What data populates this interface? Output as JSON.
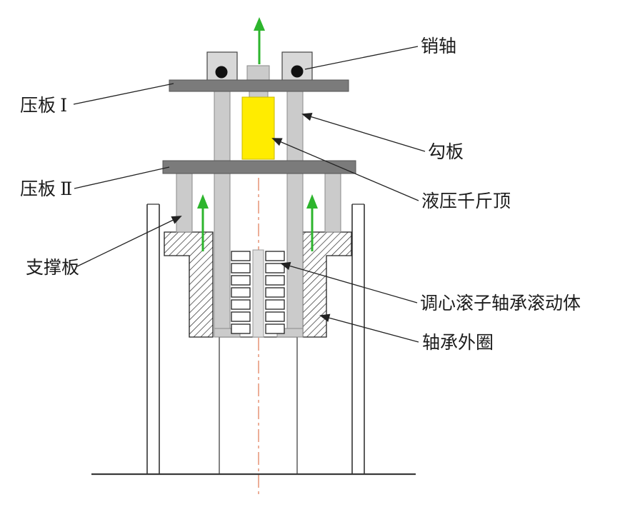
{
  "labels": {
    "pin_shaft": "销轴",
    "plate_1": "压板 Ⅰ",
    "hook_plate": "勾板",
    "plate_2": "压板 Ⅱ",
    "hydraulic_jack": "液压千斤顶",
    "support_plate": "支撑板",
    "rolling_elements": "调心滚子轴承滚动体",
    "bearing_outer_ring": "轴承外圈"
  },
  "colors": {
    "plate_dark_gray": "#7b7b7b",
    "bar_light_gray": "#cbcbcb",
    "jack_yellow": "#ffec00",
    "arrow_green": "#2db52d",
    "centerline_orange": "#e38b6d",
    "line_black": "#222222"
  },
  "diagram_facts": {
    "roller_count_per_column": 7,
    "lift_arrow_count": 3
  }
}
